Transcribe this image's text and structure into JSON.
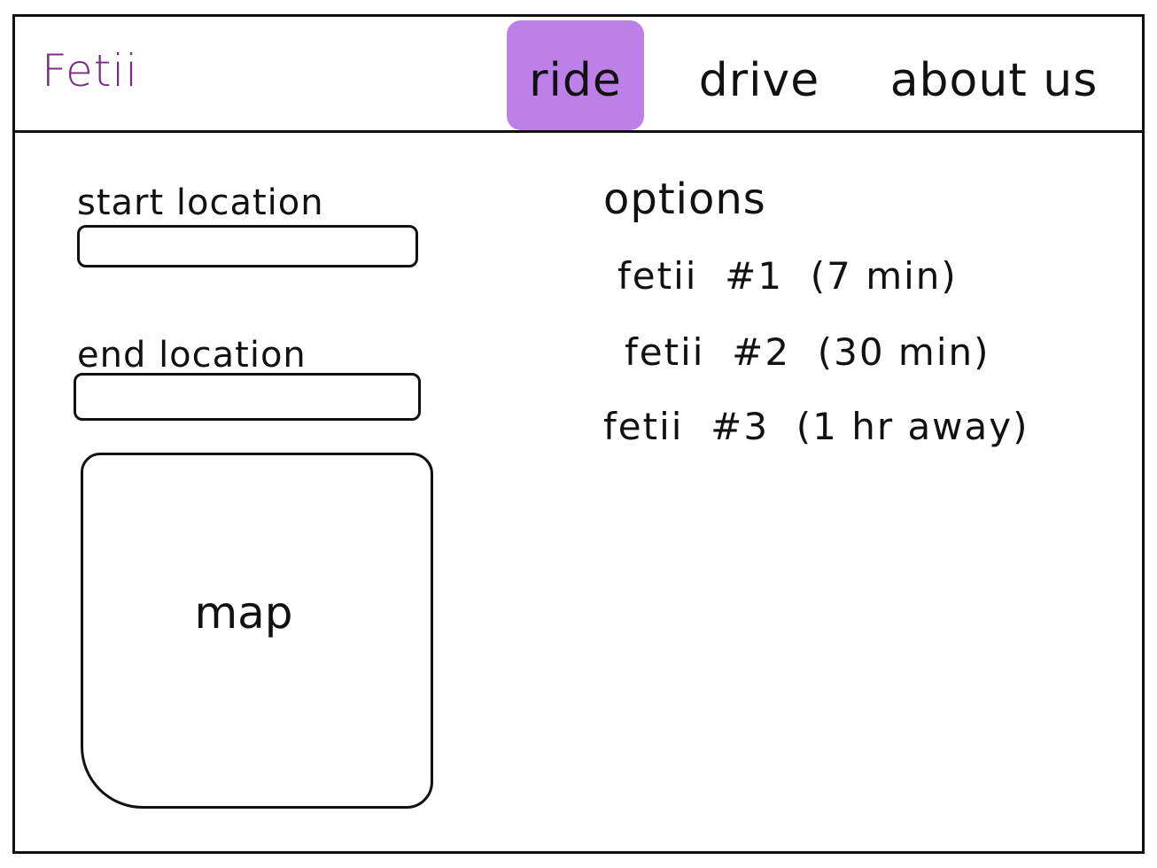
{
  "nav": {
    "logo": "Fetii",
    "items": [
      {
        "label": "ride",
        "active": true
      },
      {
        "label": "drive",
        "active": false
      },
      {
        "label": "about us",
        "active": false
      }
    ],
    "active_color": "#bd7fe8",
    "logo_color": "#7b2a86"
  },
  "form": {
    "start_label": "start location",
    "start_value": "",
    "end_label": "end location",
    "end_value": ""
  },
  "map": {
    "label": "map"
  },
  "options": {
    "title": "options",
    "items": [
      "fetii  #1  (7 min)",
      "fetii  #2  (30 min)",
      "fetii  #3  (1 hr away)"
    ]
  }
}
